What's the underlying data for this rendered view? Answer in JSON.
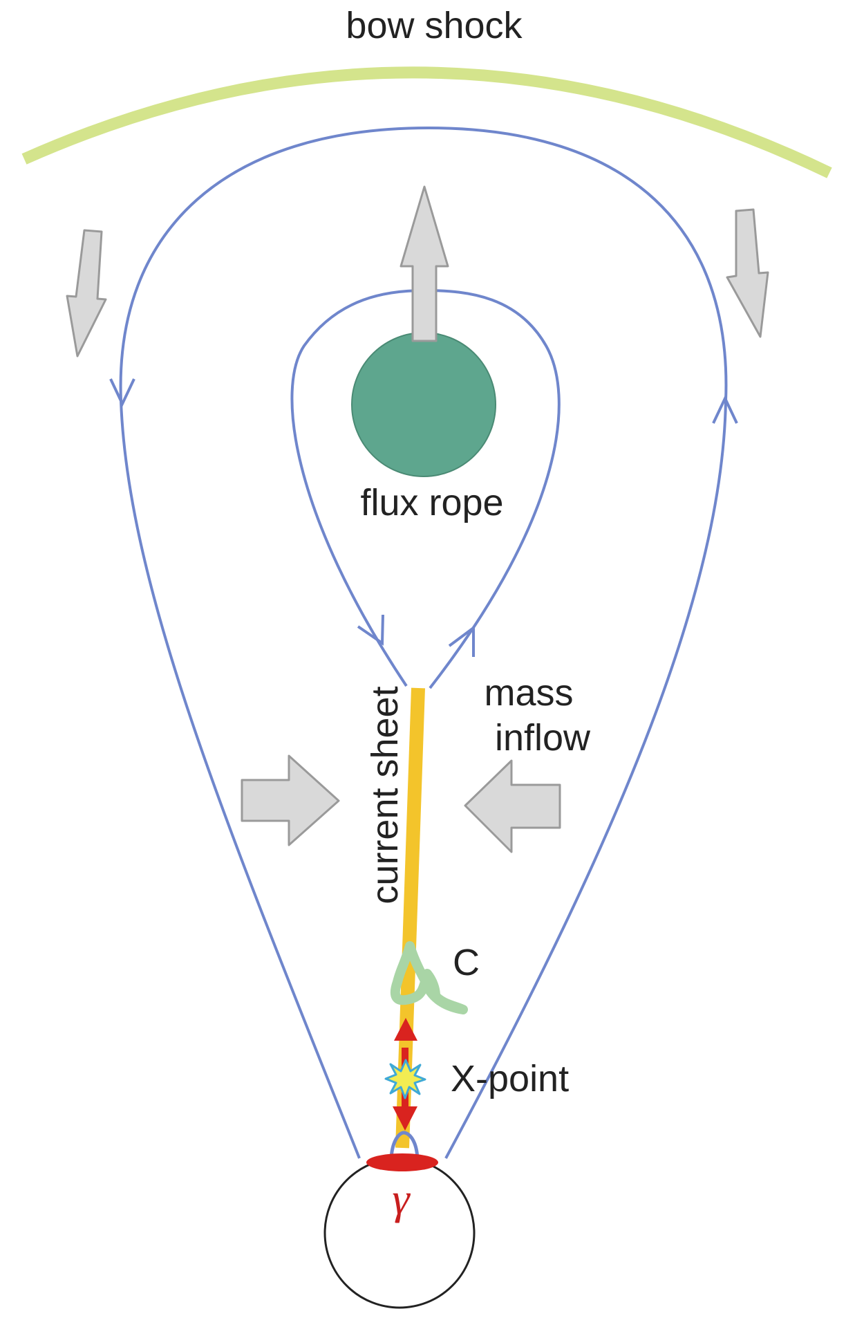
{
  "labels": {
    "bow_shock": "bow shock",
    "flux_rope": "flux rope",
    "mass_inflow_line1": "mass",
    "mass_inflow_line2": "inflow",
    "current_sheet": "current sheet",
    "c_label": "C",
    "x_point": "X-point",
    "gamma": "γ"
  },
  "colors": {
    "bow_shock": "#d4e48c",
    "field_line": "#6f86cc",
    "flux_rope": "#5ea68e",
    "current_sheet": "#f3c42b",
    "flow_arrow": "#d9d9d9",
    "flow_arrow_stroke": "#9a9a9a",
    "jet_arrow": "#d9231f",
    "c_blob": "#a9d5a6",
    "x_point_star": "#f2ec52",
    "x_point_star_stroke": "#3fa9d6",
    "footpoint": "#d9231f",
    "gamma": "#c81e1e"
  }
}
